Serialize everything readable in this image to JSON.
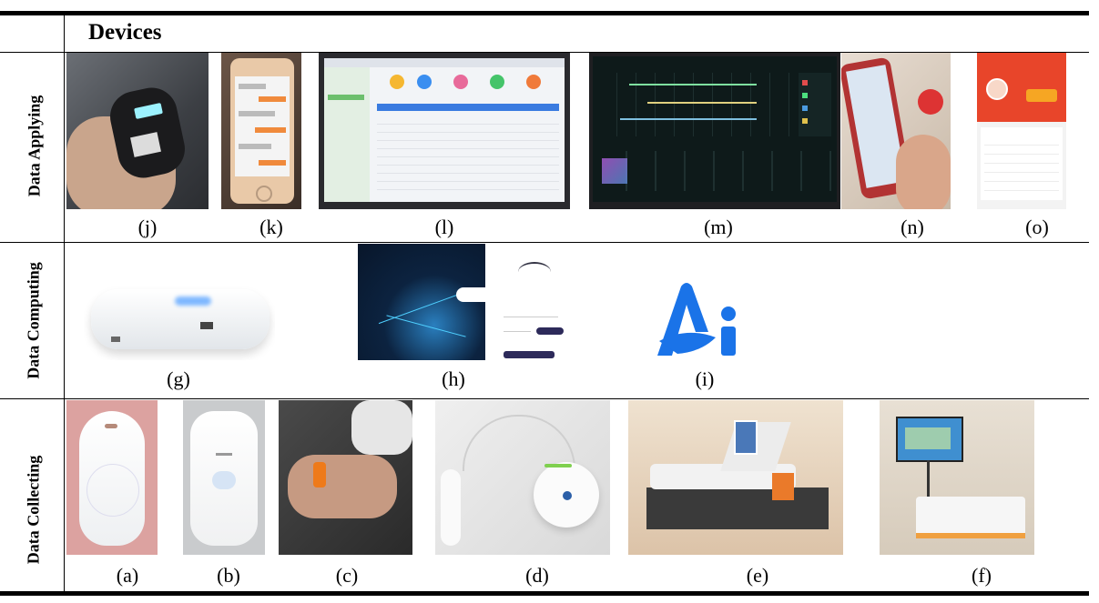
{
  "header": {
    "title": "Devices"
  },
  "rows": {
    "applying": "Data Applying",
    "computing": "Data Computing",
    "collecting": "Data Collecting"
  },
  "captions": {
    "j": "(j)",
    "k": "(k)",
    "l": "(l)",
    "m": "(m)",
    "n": "(n)",
    "o": "(o)",
    "g": "(g)",
    "h": "(h)",
    "i": "(i)",
    "a": "(a)",
    "b": "(b)",
    "c": "(c)",
    "d": "(d)",
    "e": "(e)",
    "f": "(f)"
  },
  "images": {
    "j": "wearable-device-in-hand",
    "k": "smartphone-chat-app",
    "l": "monitor-dashboard",
    "m": "monitoring-charts-screen",
    "n": "smartphone-in-hand",
    "o": "mobile-health-report",
    "g": "edge-computing-box",
    "h": "login-screen",
    "i": "ai-logo",
    "a": "white-sensor-tag",
    "b": "white-sensor-device",
    "c": "wrist-band-on-elderly-hand",
    "d": "sensor-with-cable",
    "e": "smart-nursing-bed",
    "f": "rehabilitation-station"
  },
  "colors": {
    "rule": "#000000",
    "ai_logo_blue": "#1a73e8",
    "app_orange": "#e8452a"
  }
}
